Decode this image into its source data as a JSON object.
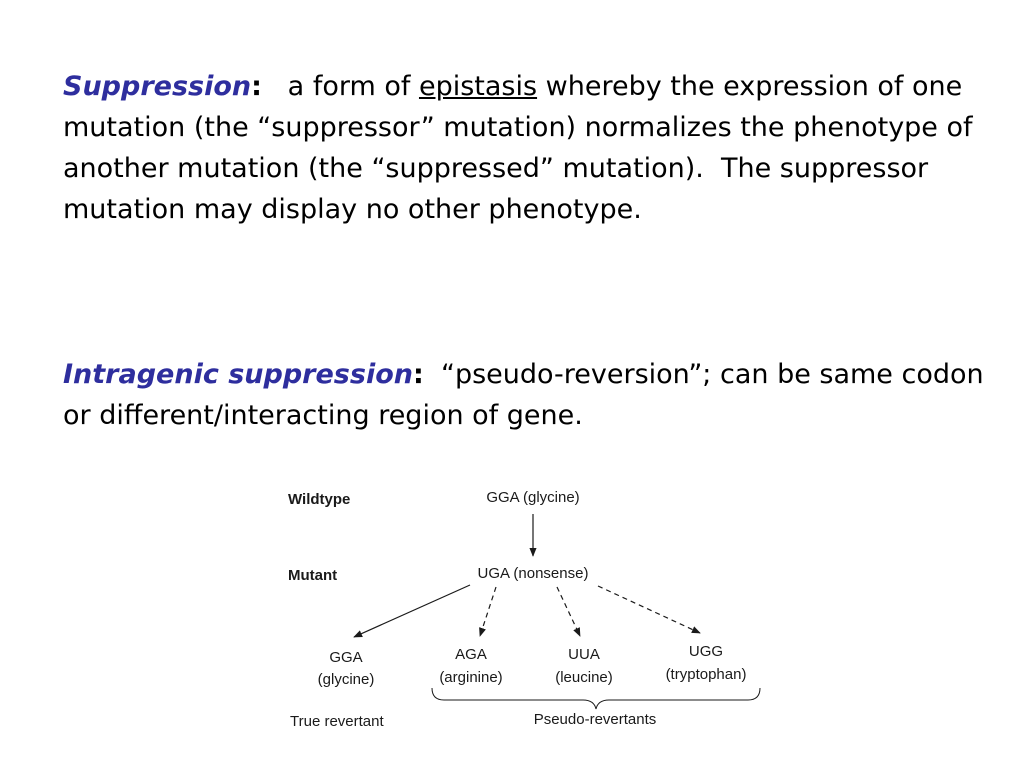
{
  "definition1": {
    "term": "Suppression",
    "colon": ":",
    "text_before_link": "   a form of ",
    "link": "epistasis",
    "text_after_link": " whereby the expression of one mutation (the “suppressor” mutation) normalizes the phenotype of another mutation (the “suppressed” mutation).  The suppressor mutation may display no other phenotype."
  },
  "definition2": {
    "term": "Intragenic suppression",
    "colon": ":",
    "text": "  “pseudo-reversion”; can be same codon or different/interacting region of gene."
  },
  "colors": {
    "term": "#2e2e9e",
    "text": "#000000",
    "diagram_text": "#1a1a1a"
  },
  "diagram": {
    "labels": {
      "wildtype": "Wildtype",
      "mutant": "Mutant",
      "true_revertant": "True revertant",
      "pseudo_revertants": "Pseudo-revertants"
    },
    "wildtype_codon": "GGA (glycine)",
    "mutant_codon": "UGA (nonsense)",
    "revertants": [
      {
        "codon": "GGA",
        "amino_acid": "(glycine)"
      },
      {
        "codon": "AGA",
        "amino_acid": "(arginine)"
      },
      {
        "codon": "UUA",
        "amino_acid": "(leucine)"
      },
      {
        "codon": "UGG",
        "amino_acid": "(tryptophan)"
      }
    ]
  }
}
